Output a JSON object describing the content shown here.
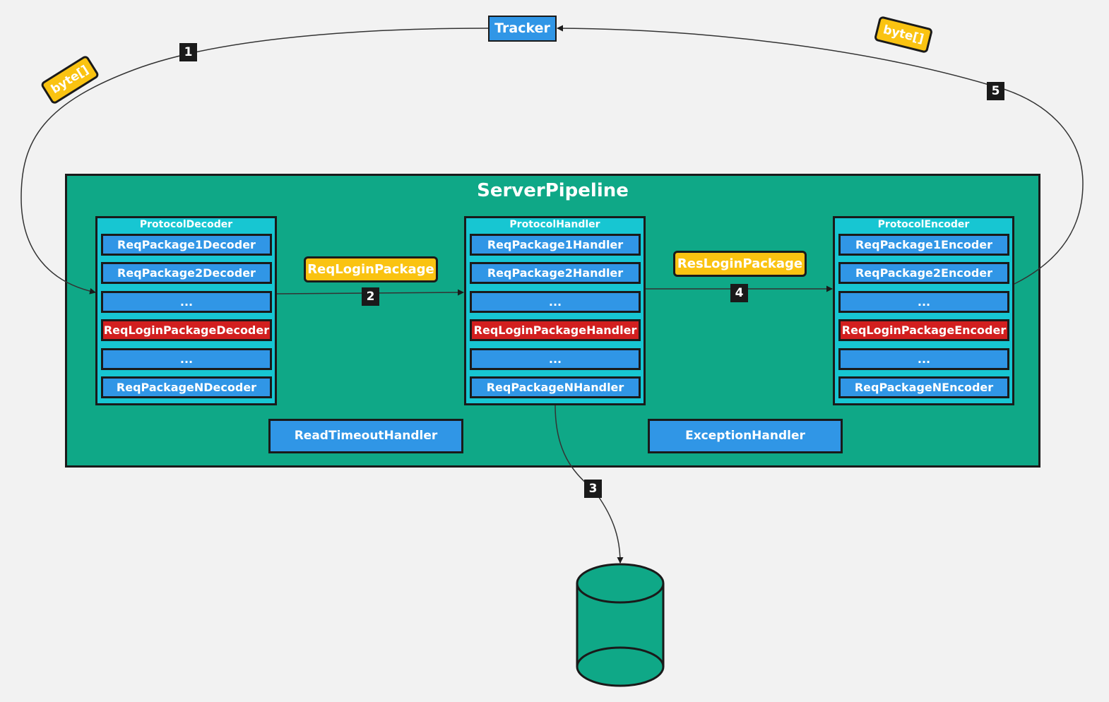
{
  "tracker": {
    "label": "Tracker"
  },
  "pipeline": {
    "title": "ServerPipeline"
  },
  "decoder": {
    "title": "ProtocolDecoder",
    "items": [
      "ReqPackage1Decoder",
      "ReqPackage2Decoder",
      "...",
      "ReqLoginPackageDecoder",
      "...",
      "ReqPackageNDecoder"
    ]
  },
  "handler": {
    "title": "ProtocolHandler",
    "items": [
      "ReqPackage1Handler",
      "ReqPackage2Handler",
      "...",
      "ReqLoginPackageHandler",
      "...",
      "ReqPackageNHandler"
    ]
  },
  "encoder": {
    "title": "ProtocolEncoder",
    "items": [
      "ReqPackage1Encoder",
      "ReqPackage2Encoder",
      "...",
      "ReqLoginPackageEncoder",
      "...",
      "ReqPackageNEncoder"
    ]
  },
  "highlight_index": 3,
  "read_timeout": {
    "label": "ReadTimeoutHandler"
  },
  "exception": {
    "label": "ExceptionHandler"
  },
  "chips": {
    "req_login": "ReqLoginPackage",
    "res_login": "ResLoginPackage",
    "bytes_left": "byte[]",
    "bytes_right": "byte[]"
  },
  "steps": {
    "s1": "1",
    "s2": "2",
    "s3": "3",
    "s4": "4",
    "s5": "5"
  },
  "colors": {
    "background": "#f2f2f2",
    "pipeline": "#0fa887",
    "group": "#17c6d2",
    "item": "#3096e6",
    "highlight": "#d21f1f",
    "chip": "#fac311",
    "badge": "#1a1a1a"
  }
}
